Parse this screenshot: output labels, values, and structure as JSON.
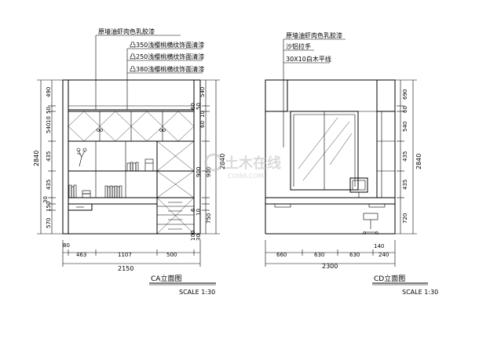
{
  "ca": {
    "notes": [
      "原墙油虾肉色乳胶漆",
      "凸350浅樱桃横纹饰面清漆",
      "凸250浅樱桃横纹饰面清漆",
      "凸380浅樱桃横纹饰面清漆"
    ],
    "left_dims": [
      "490",
      "50",
      "10",
      "540",
      "435",
      "435",
      "30",
      "150",
      "570"
    ],
    "left_total": "2840",
    "right_dims": [
      "540",
      "60",
      "50",
      "10",
      "60",
      "900",
      "900",
      "6",
      "10",
      "750",
      "100",
      "30"
    ],
    "right_total": "2840",
    "bottom_dims": [
      "463",
      "1107",
      "500"
    ],
    "bottom_total": "2150",
    "top_offset": "80",
    "title": "CA立面图",
    "scale": "SCALE 1:30"
  },
  "cd": {
    "notes": [
      "原墙油虾肉色乳胶漆",
      "沙铝拉手",
      "30X10白木平线"
    ],
    "right_dims": [
      "690",
      "60",
      "540",
      "435",
      "435",
      "720"
    ],
    "right_total": "2840",
    "bottom_dims": [
      "660",
      "630",
      "630",
      "240"
    ],
    "bottom_total": "2300",
    "top_offset": "140",
    "title": "CD立面图",
    "scale": "SCALE 1:30"
  },
  "watermark": {
    "brand": "土木在线",
    "domain": "COI88.COM"
  },
  "colors": {
    "line": "#000000",
    "watermark": "#d8d8d8"
  }
}
